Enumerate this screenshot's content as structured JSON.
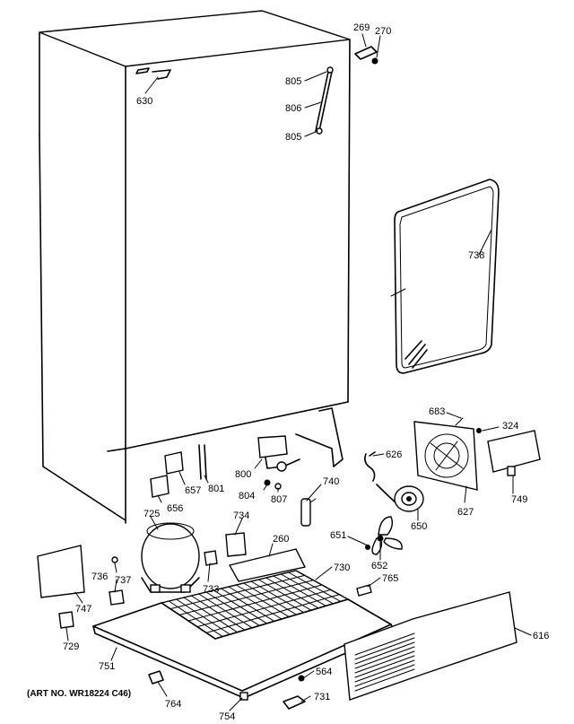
{
  "diagram": {
    "caption": "(ART NO. WR18224 C46)",
    "labels": [
      {
        "id": "l269",
        "text": "269"
      },
      {
        "id": "l270",
        "text": "270"
      },
      {
        "id": "l805a",
        "text": "805"
      },
      {
        "id": "l806",
        "text": "806"
      },
      {
        "id": "l805b",
        "text": "805"
      },
      {
        "id": "l630",
        "text": "630"
      },
      {
        "id": "l738",
        "text": "738"
      },
      {
        "id": "l683",
        "text": "683"
      },
      {
        "id": "l324",
        "text": "324"
      },
      {
        "id": "l626",
        "text": "626"
      },
      {
        "id": "l627",
        "text": "627"
      },
      {
        "id": "l749",
        "text": "749"
      },
      {
        "id": "l650",
        "text": "650"
      },
      {
        "id": "l651",
        "text": "651"
      },
      {
        "id": "l652",
        "text": "652"
      },
      {
        "id": "l765",
        "text": "765"
      },
      {
        "id": "l616",
        "text": "616"
      },
      {
        "id": "l657",
        "text": "657"
      },
      {
        "id": "l801",
        "text": "801"
      },
      {
        "id": "l800",
        "text": "800"
      },
      {
        "id": "l804",
        "text": "804"
      },
      {
        "id": "l807",
        "text": "807"
      },
      {
        "id": "l740",
        "text": "740"
      },
      {
        "id": "l656",
        "text": "656"
      },
      {
        "id": "l725",
        "text": "725"
      },
      {
        "id": "l734",
        "text": "734"
      },
      {
        "id": "l260",
        "text": "260"
      },
      {
        "id": "l730",
        "text": "730"
      },
      {
        "id": "l733",
        "text": "733"
      },
      {
        "id": "l736",
        "text": "736"
      },
      {
        "id": "l737",
        "text": "737"
      },
      {
        "id": "l747",
        "text": "747"
      },
      {
        "id": "l729",
        "text": "729"
      },
      {
        "id": "l751",
        "text": "751"
      },
      {
        "id": "l564",
        "text": "564"
      },
      {
        "id": "l764",
        "text": "764"
      },
      {
        "id": "l731",
        "text": "731"
      },
      {
        "id": "l754",
        "text": "754"
      }
    ]
  }
}
